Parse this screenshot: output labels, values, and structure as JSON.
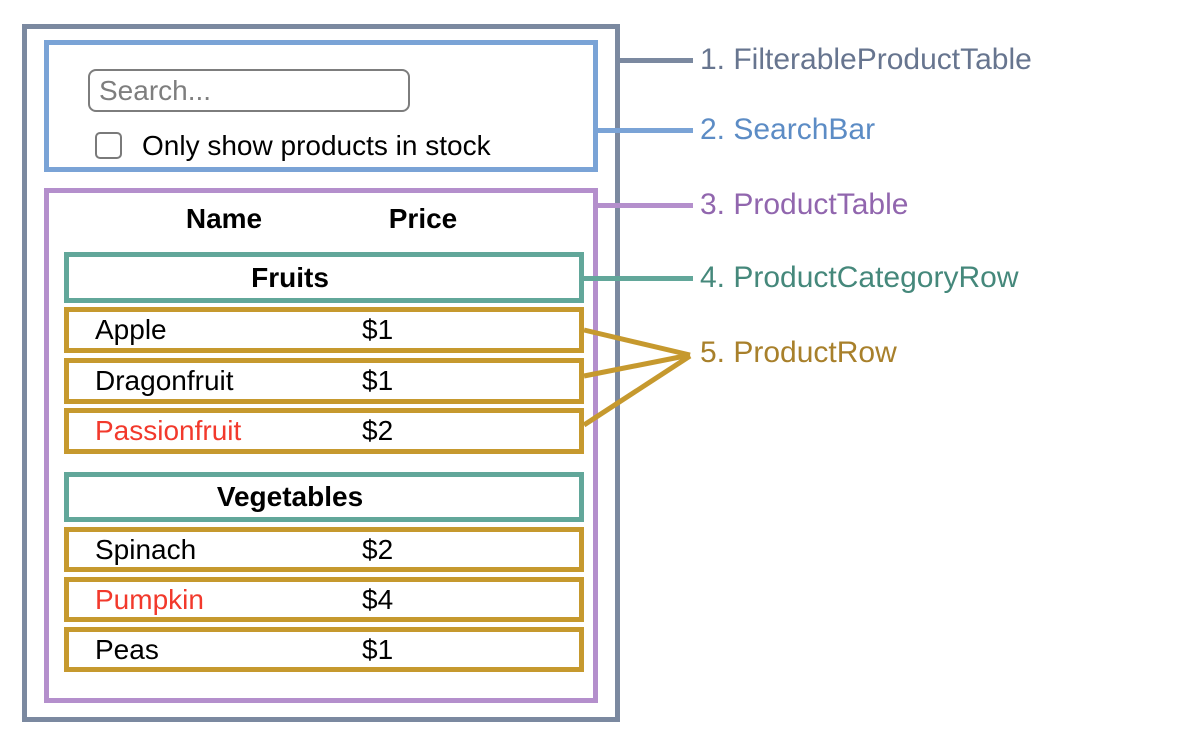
{
  "component_diagram": {
    "search_bar": {
      "search_placeholder": "Search...",
      "checkbox_label": "Only show products in stock",
      "checkbox_checked": false
    },
    "product_table": {
      "headers": [
        "Name",
        "Price"
      ],
      "categories": [
        {
          "name": "Fruits",
          "products": [
            {
              "name": "Apple",
              "price": "$1",
              "out_of_stock": false
            },
            {
              "name": "Dragonfruit",
              "price": "$1",
              "out_of_stock": false
            },
            {
              "name": "Passionfruit",
              "price": "$2",
              "out_of_stock": true
            }
          ]
        },
        {
          "name": "Vegetables",
          "products": [
            {
              "name": "Spinach",
              "price": "$2",
              "out_of_stock": false
            },
            {
              "name": "Pumpkin",
              "price": "$4",
              "out_of_stock": true
            },
            {
              "name": "Peas",
              "price": "$1",
              "out_of_stock": false
            }
          ]
        }
      ]
    },
    "legend": [
      {
        "label": "1. FilterableProductTable",
        "color": "#67758f"
      },
      {
        "label": "2. SearchBar",
        "color": "#5c8cc5"
      },
      {
        "label": "3. ProductTable",
        "color": "#9166ae"
      },
      {
        "label": "4. ProductCategoryRow",
        "color": "#45887b"
      },
      {
        "label": "5. ProductRow",
        "color": "#a8802b"
      }
    ],
    "colors": {
      "filterable_product_table_border": "#7b89a0",
      "search_bar_border": "#7aa3d6",
      "product_table_border": "#b48fcc",
      "product_category_row_border": "#62a79a",
      "product_row_border": "#c6992e",
      "out_of_stock_text": "#f2392c"
    }
  }
}
